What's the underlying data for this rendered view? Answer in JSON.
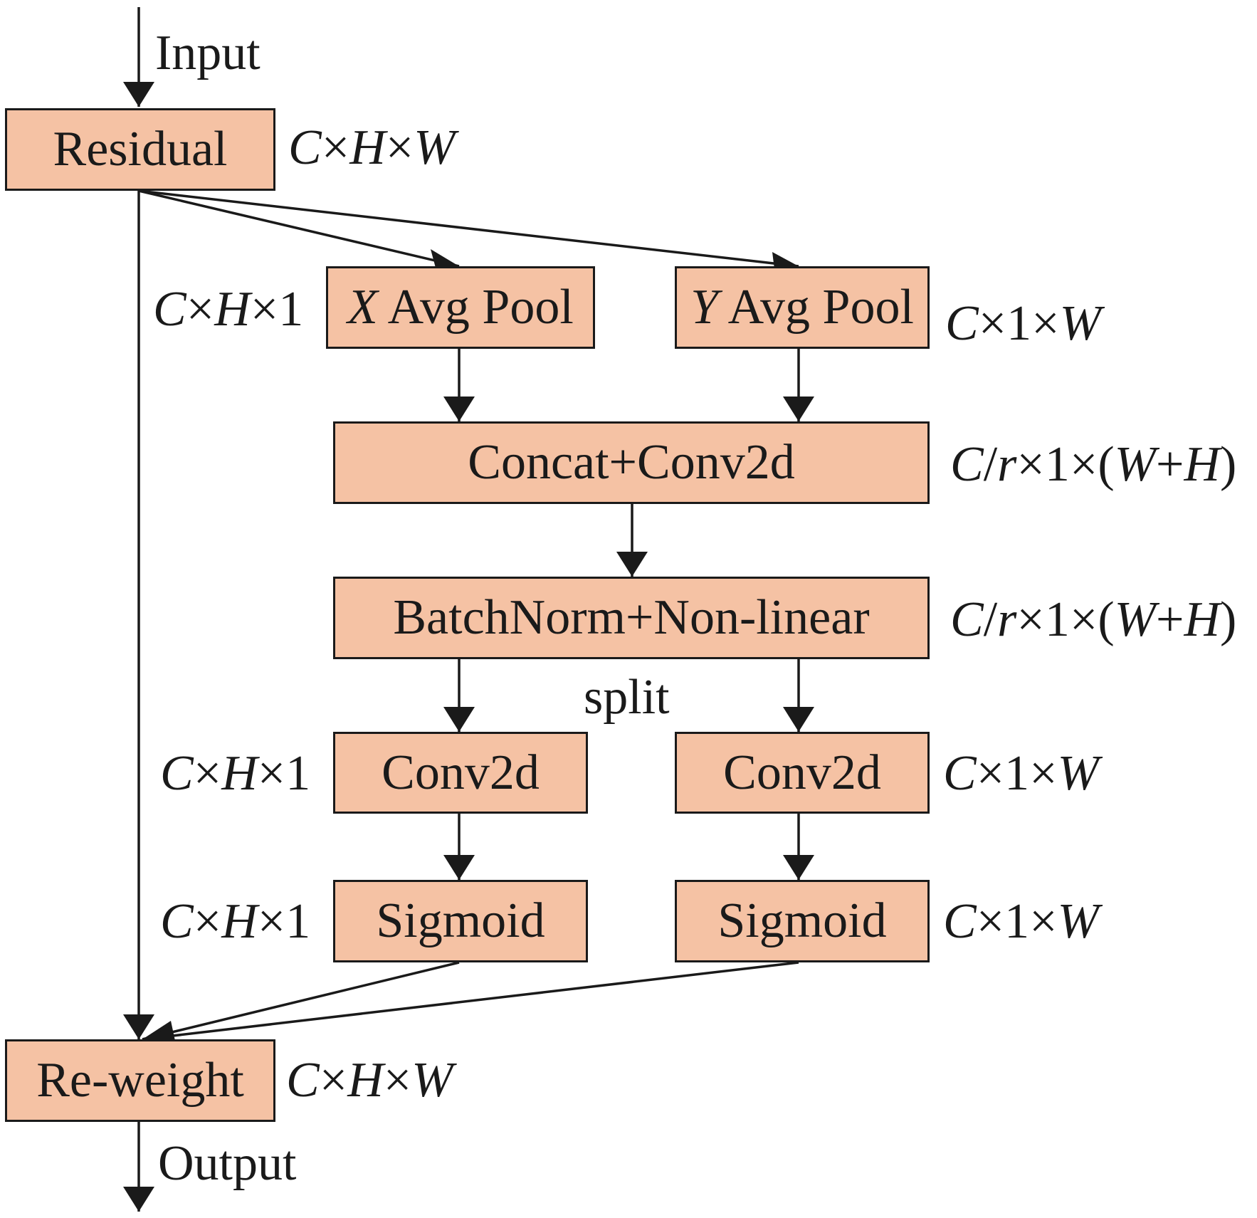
{
  "nodes": {
    "residual": "Residual",
    "x_pool_var": "X",
    "x_pool": " Avg Pool",
    "y_pool_var": "Y",
    "y_pool": " Avg Pool",
    "concat": "Concat+Conv2d",
    "bn": "BatchNorm+Non-linear",
    "conv_left": "Conv2d",
    "conv_right": "Conv2d",
    "sig_left": "Sigmoid",
    "sig_right": "Sigmoid",
    "reweight": "Re-weight"
  },
  "labels": {
    "input": "Input",
    "output": "Output",
    "split": "split"
  },
  "shapes": {
    "chw": [
      "C",
      "×",
      "H",
      "×",
      "W"
    ],
    "ch1": [
      "C",
      "×",
      "H",
      "×1"
    ],
    "c1w": [
      "C",
      "×1×",
      "W"
    ],
    "crwh": [
      "C",
      "/",
      "r",
      "×1×(",
      "W",
      "+",
      "H",
      ")"
    ]
  }
}
